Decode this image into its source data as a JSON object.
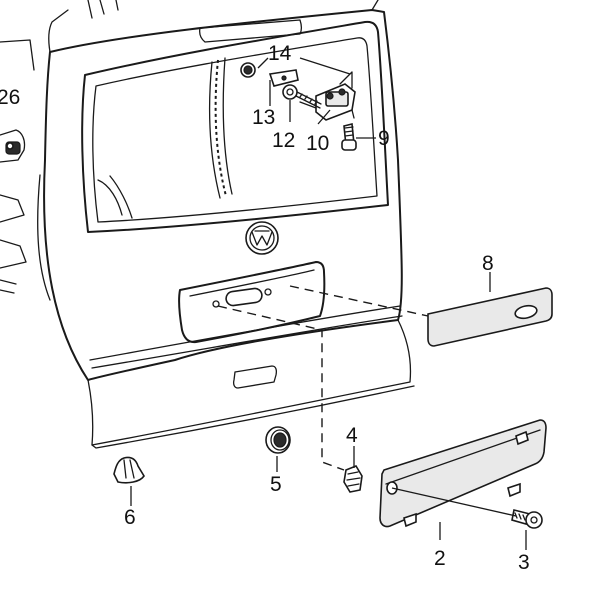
{
  "callouts": {
    "n2": "2",
    "n3": "3",
    "n4": "4",
    "n5": "5",
    "n6": "6",
    "n8": "8",
    "n9": "9",
    "n10": "10",
    "n12": "12",
    "n13": "13",
    "n14": "14",
    "n26": "26"
  }
}
